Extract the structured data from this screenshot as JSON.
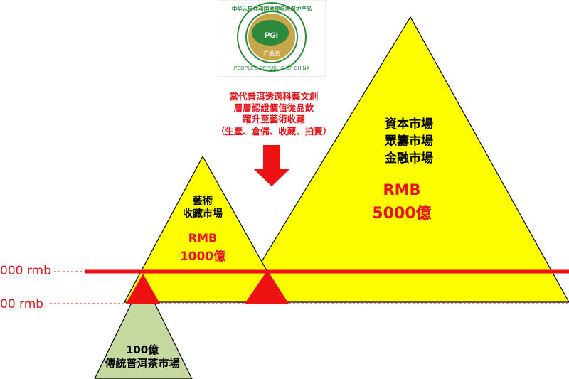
{
  "seal": {
    "top_text": "中华人民共和国地理标志保护产品",
    "bottom_text": "PEOPLE'S REPUBLIC OF CHINA",
    "center_text": "PGI",
    "product_text": "产品名",
    "colors": {
      "green": "#2c8a3c",
      "gold": "#c8a64a"
    }
  },
  "callout": {
    "lines": [
      "當代普洱透過科藝文創",
      "層層認證價值從品飲",
      "躍升至藝術收藏",
      "（生產、倉儲、收藏、拍賣）"
    ],
    "arrow_icon": "down-arrow-icon"
  },
  "levels": {
    "upper": "000 rmb",
    "lower": "00 rmb"
  },
  "art_pyramid": {
    "title_lines": [
      "藝術",
      "收藏市場"
    ],
    "rmb": "RMB",
    "amount": "1000億"
  },
  "capital_pyramid": {
    "title_lines": [
      "資本市場",
      "眾籌市場",
      "金融市場"
    ],
    "rmb": "RMB",
    "amount": "5000億"
  },
  "tea_pyramid": {
    "amount": "100億",
    "title": "傳統普洱茶市場"
  },
  "colors": {
    "yellow": "#fefe00",
    "green": "#c4d8a0",
    "red": "#ee1111"
  }
}
